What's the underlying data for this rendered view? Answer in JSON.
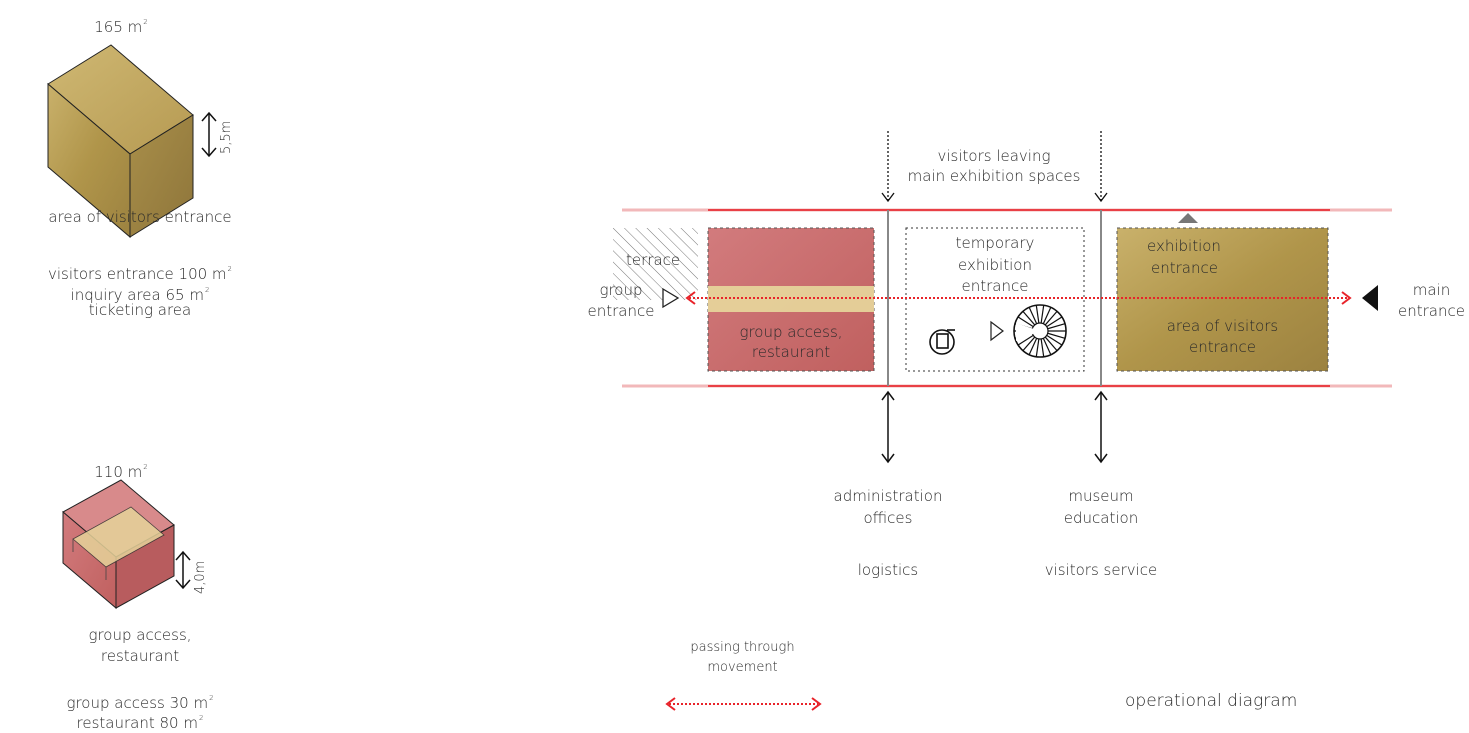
{
  "left_panel": {
    "block1": {
      "area_value": "165 m",
      "area_exp": "2",
      "height_label": "5,5m",
      "caption": "area of visitors entrance",
      "details": [
        {
          "text": "visitors entrance 100 m",
          "exp": "2"
        },
        {
          "text": "inquiry area 65 m",
          "exp": "2"
        },
        {
          "text": "ticketing area",
          "exp": ""
        }
      ]
    },
    "block2": {
      "area_value": "110 m",
      "area_exp": "2",
      "height_label": "4,0m",
      "caption_line1": "group access,",
      "caption_line2": "restaurant",
      "details": [
        {
          "text": "group access 30 m",
          "exp": "2"
        },
        {
          "text": "restaurant 80 m",
          "exp": "2"
        }
      ]
    }
  },
  "diagram": {
    "top_label_line1": "visitors leaving",
    "top_label_line2": "main exhibition spaces",
    "terrace": "terrace",
    "group_entrance_line1": "group",
    "group_entrance_line2": "entrance",
    "restaurant_line1": "group access,",
    "restaurant_line2": "restaurant",
    "temporary_line1": "temporary",
    "temporary_line2": "exhibition",
    "temporary_line3": "entrance",
    "exhibition_entrance_line1": "exhibition",
    "exhibition_entrance_line2": "entrance",
    "visitors_area_line1": "area of visitors",
    "visitors_area_line2": "entrance",
    "main_entrance_line1": "main",
    "main_entrance_line2": "entrance",
    "admin_line1": "administration",
    "admin_line2": "offices",
    "logistics": "logistics",
    "museum_line1": "museum",
    "museum_line2": "education",
    "visitors_service": "visitors service"
  },
  "legend": {
    "passing_line1": "passing through",
    "passing_line2": "movement"
  },
  "title": "operational diagram",
  "colors": {
    "restaurant": "#c96b6e",
    "gold": "#b59a4e",
    "band": "#e7d79a",
    "red": "#e8232a",
    "line": "#222222"
  }
}
